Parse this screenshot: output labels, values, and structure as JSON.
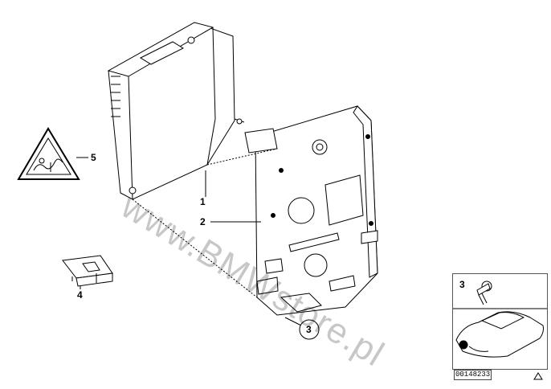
{
  "callouts": {
    "part1": "1",
    "part2": "2",
    "part3": "3",
    "part4": "4",
    "part5": "5",
    "inset_part3": "3"
  },
  "watermark": "www.BMWstore.pl",
  "reference_code": "00148233",
  "icons": [
    "control-module",
    "mounting-bracket",
    "screw",
    "clip-nut",
    "warning-triangle-label",
    "car-silhouette"
  ],
  "colors": {
    "line": "#000000",
    "watermark": "#b8b8b8",
    "dot": "#000000"
  }
}
